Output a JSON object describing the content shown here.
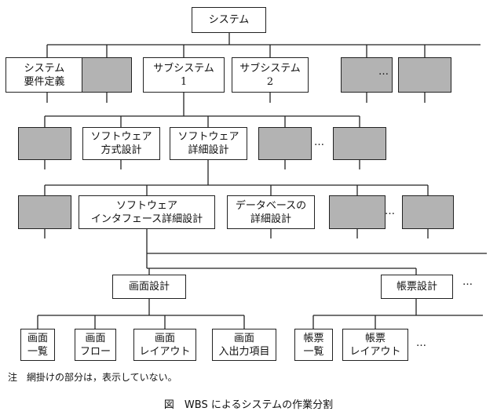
{
  "diagram": {
    "root": "システム",
    "level1": [
      {
        "label": "システム\n要件定義",
        "shaded": false
      },
      {
        "label": "",
        "shaded": true
      },
      {
        "label": "サブシステム\n1",
        "shaded": false
      },
      {
        "label": "サブシステム\n2",
        "shaded": false
      },
      {
        "label": "",
        "shaded": true
      },
      {
        "label": "",
        "shaded": true
      }
    ],
    "level2": [
      {
        "label": "",
        "shaded": true
      },
      {
        "label": "ソフトウェア\n方式設計",
        "shaded": false
      },
      {
        "label": "ソフトウェア\n詳細設計",
        "shaded": false
      },
      {
        "label": "",
        "shaded": true
      },
      {
        "label": "",
        "shaded": true
      }
    ],
    "level3": [
      {
        "label": "",
        "shaded": true
      },
      {
        "label": "ソフトウェア\nインタフェース詳細設計",
        "shaded": false
      },
      {
        "label": "データベースの\n詳細設計",
        "shaded": false
      },
      {
        "label": "",
        "shaded": true
      },
      {
        "label": "",
        "shaded": true
      }
    ],
    "level4": [
      {
        "label": "画面設計",
        "shaded": false
      },
      {
        "label": "帳票設計",
        "shaded": false
      }
    ],
    "level5": [
      {
        "label": "画面\n一覧",
        "shaded": false
      },
      {
        "label": "画面\nフロー",
        "shaded": false
      },
      {
        "label": "画面\nレイアウト",
        "shaded": false
      },
      {
        "label": "画面\n入出力項目",
        "shaded": false
      },
      {
        "label": "帳票\n一覧",
        "shaded": false
      },
      {
        "label": "帳票\nレイアウト",
        "shaded": false
      }
    ],
    "ellipsis": "…",
    "ellipsis_level4": "…"
  },
  "note": "注　網掛けの部分は，表示していない。",
  "caption": "図　WBS によるシステムの作業分割"
}
